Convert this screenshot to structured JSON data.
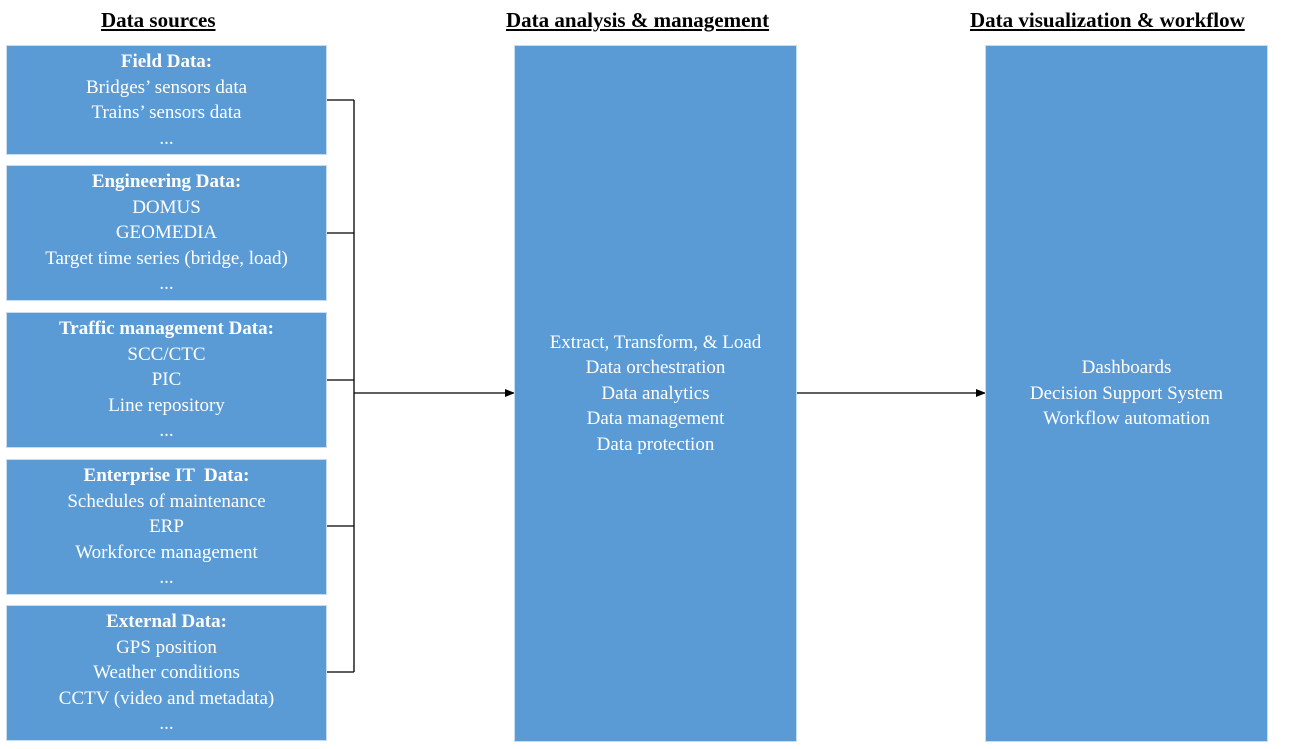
{
  "headings": {
    "sources": "Data sources",
    "analysis": "Data analysis & management",
    "visualization": "Data visualization & workflow"
  },
  "sources": [
    {
      "title": "Field Data:",
      "items": [
        "Bridges’ sensors data",
        "Trains’ sensors data",
        "..."
      ]
    },
    {
      "title": "Engineering Data:",
      "items": [
        "DOMUS",
        "GEOMEDIA",
        "Target time series (bridge, load)",
        "..."
      ]
    },
    {
      "title": "Traffic management Data:",
      "items": [
        "SCC/CTC",
        "PIC",
        "Line repository",
        "..."
      ]
    },
    {
      "title": "Enterprise IT  Data:",
      "items": [
        "Schedules of maintenance",
        "ERP",
        "Workforce management",
        "..."
      ]
    },
    {
      "title": "External Data:",
      "items": [
        "GPS position",
        "Weather conditions",
        "CCTV (video and metadata)",
        "..."
      ]
    }
  ],
  "analysis": {
    "items": [
      "Extract, Transform, & Load",
      "Data orchestration",
      "Data analytics",
      "Data management",
      "Data protection"
    ]
  },
  "visualization": {
    "items": [
      "Dashboards",
      "Decision Support System",
      "Workflow automation"
    ]
  },
  "colors": {
    "box_fill": "#5b9bd5",
    "box_text": "#ffffff",
    "connector": "#000000"
  }
}
